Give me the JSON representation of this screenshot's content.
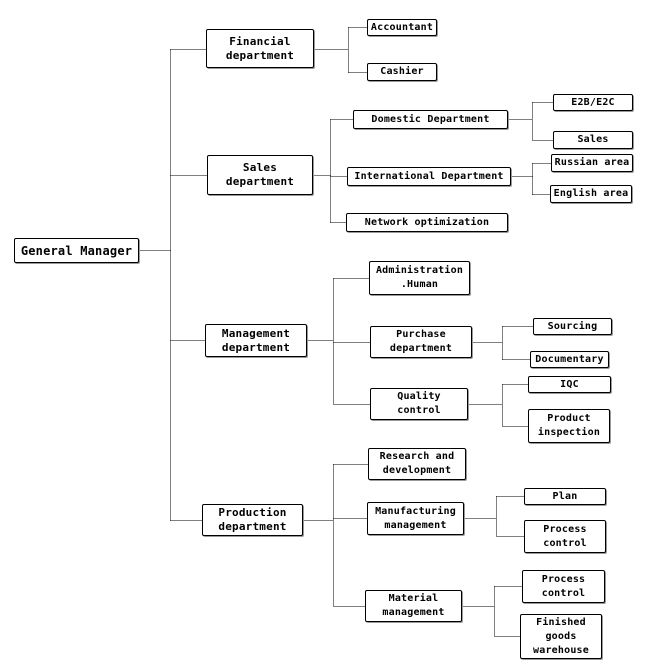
{
  "nodes": {
    "general_manager": "General Manager",
    "financial_department": "Financial\ndepartment",
    "accountant": "Accountant",
    "cashier": "Cashier",
    "sales_department": "Sales\ndepartment",
    "domestic_department": "Domestic Department",
    "e2b_e2c": "E2B/E2C",
    "sales": "Sales",
    "international_department": "International Department",
    "russian_area": "Russian area",
    "english_area": "English area",
    "network_optimization": "Network optimization",
    "management_department": "Management\ndepartment",
    "administration_human": "Administration\n.Human",
    "purchase_department": "Purchase\ndepartment",
    "sourcing": "Sourcing",
    "documentary": "Documentary",
    "quality_control": "Quality\ncontrol",
    "iqc": "IQC",
    "product_inspection": "Product\ninspection",
    "production_department": "Production\ndepartment",
    "research_development": "Research and\ndevelopment",
    "manufacturing_management": "Manufacturing\nmanagement",
    "plan": "Plan",
    "process_control_1": "Process\ncontrol",
    "material_management": "Material\nmanagement",
    "process_control_2": "Process\ncontrol",
    "finished_goods_warehouse": "Finished\ngoods\nwarehouse"
  },
  "colors": {
    "border": "#000000",
    "connector": "#000000",
    "background": "#ffffff"
  }
}
